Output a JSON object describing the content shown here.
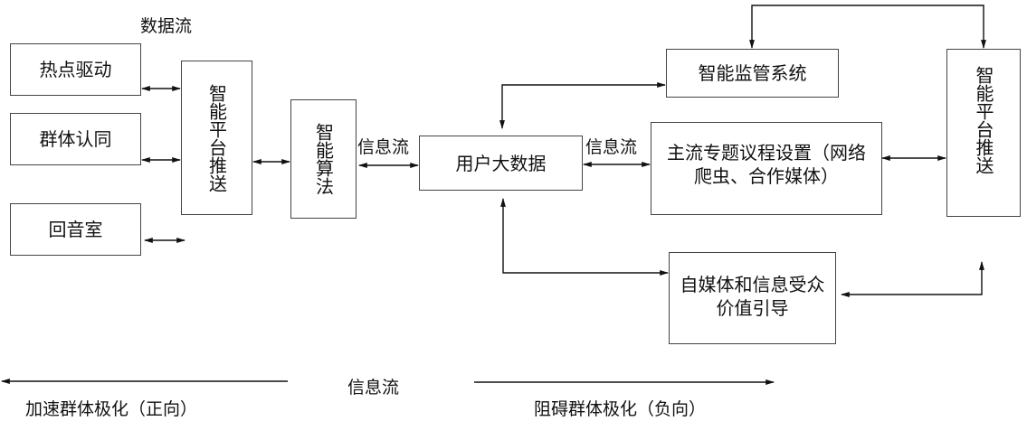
{
  "diagram": {
    "labels": {
      "data_flow": "数据流",
      "info_flow_left": "信息流",
      "info_flow_right": "信息流",
      "info_flow_bottom": "信息流",
      "accelerate": "加速群体极化（正向）",
      "hinder": "阻碍群体极化（负向）"
    },
    "nodes": {
      "hotspot": "热点驱动",
      "group_identity": "群体认同",
      "echo_chamber": "回音室",
      "platform_push_left": "智能平台推送",
      "algorithm": "智能算法",
      "user_big_data": "用户大数据",
      "supervision": "智能监管系统",
      "agenda_setting": "主流专题议程设置（网络爬虫、合作媒体）",
      "platform_push_right": "智能平台推送",
      "self_media": "自媒体和信息受众价值引导"
    },
    "edges": [
      {
        "from": "hotspot",
        "to": "platform_push_left",
        "type": "bidirectional"
      },
      {
        "from": "group_identity",
        "to": "platform_push_left",
        "type": "bidirectional"
      },
      {
        "from": "echo_chamber",
        "to": "",
        "type": "bidirectional"
      },
      {
        "from": "platform_push_left",
        "to": "algorithm",
        "type": "bidirectional"
      },
      {
        "from": "algorithm",
        "to": "user_big_data",
        "type": "bidirectional",
        "label": "信息流"
      },
      {
        "from": "user_big_data",
        "to": "agenda_setting",
        "type": "bidirectional",
        "label": "信息流"
      },
      {
        "from": "agenda_setting",
        "to": "platform_push_right",
        "type": "bidirectional"
      },
      {
        "from": "user_big_data",
        "to": "supervision",
        "type": "bidirectional"
      },
      {
        "from": "supervision",
        "to": "platform_push_right",
        "type": "bidirectional"
      },
      {
        "from": "user_big_data",
        "to": "self_media",
        "type": "bidirectional"
      },
      {
        "from": "platform_push_right",
        "to": "self_media",
        "type": "bidirectional"
      }
    ]
  }
}
